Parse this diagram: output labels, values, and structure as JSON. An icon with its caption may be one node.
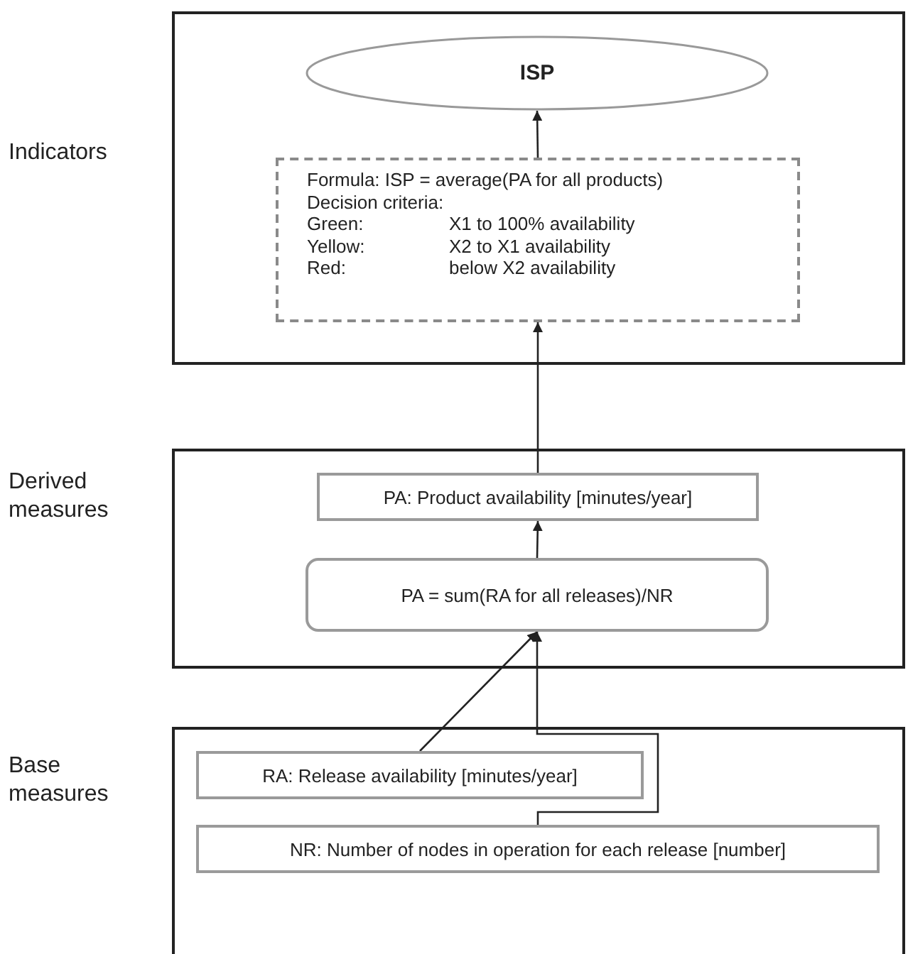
{
  "diagram": {
    "nodes": [
      {
        "text": [
          "Indicators"
        ]
      },
      {
        "text": [
          "ISP"
        ],
        "in": 0
      },
      {
        "text": [
          "Formula: ISP = average(PA for all products)",
          "Decision criteria:",
          "Green:",
          "X1 to 100% availability",
          "Yellow:",
          "X2 to X1 availability",
          "Red:",
          "below X2 availability"
        ],
        "in": 0
      },
      {
        "text": [
          "Derived measures"
        ]
      },
      {
        "text": [
          "PA: Product availability [minutes/year]"
        ],
        "in": 3
      },
      {
        "text": [
          "PA = sum(RA for all releases)/NR"
        ],
        "in": 3
      },
      {
        "text": [
          "Base measures"
        ]
      },
      {
        "text": [
          "RA: Release availability [minutes/year]"
        ],
        "in": 6
      },
      {
        "text": [
          "NR: Number of nodes in operation for each release [number]"
        ],
        "in": 6
      }
    ],
    "edges": [
      {
        "from": 2,
        "to": 1,
        "arrow": "to"
      },
      {
        "from": 4,
        "to": 2,
        "arrow": "to"
      },
      {
        "from": 5,
        "to": 4,
        "arrow": "to"
      },
      {
        "from": 7,
        "to": 5,
        "arrow": "to"
      },
      {
        "from": 8,
        "to": 5,
        "arrow": "to"
      }
    ]
  }
}
